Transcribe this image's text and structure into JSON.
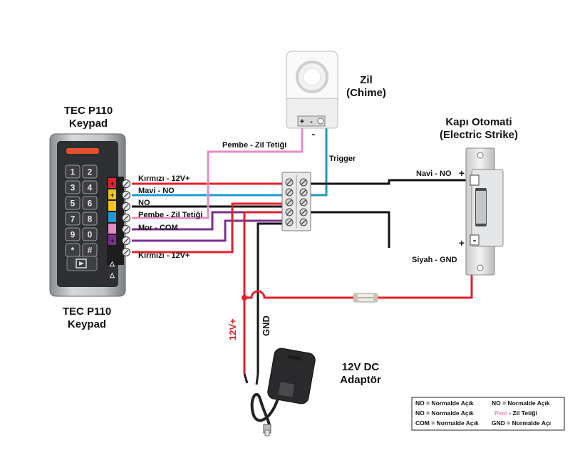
{
  "keypad": {
    "title_top_line1": "TEC P110",
    "title_top_line2": "Keypad",
    "title_bottom_line1": "TEC P110",
    "title_bottom_line2": "Keypad",
    "keys": [
      "1",
      "2",
      "3",
      "4",
      "5",
      "6",
      "7",
      "8",
      "9",
      "0",
      "*",
      "#"
    ],
    "terminal_marks": [
      "+",
      "+",
      "",
      "",
      "",
      "+",
      "-",
      "△",
      "△"
    ],
    "wire_labels": [
      "Kırmızı - 12V+",
      "Mavi - NO",
      "NO",
      "Pembe - Zil Tetiği",
      "Mor - COM",
      "Kırmızı - 12V+"
    ]
  },
  "chime": {
    "title_line1": "Zil",
    "title_line2": "(Chime)",
    "plus": "+",
    "minus": "-",
    "minus_wire_mark": "-",
    "trigger_label": "Trigger",
    "pink_wire_label": "Pembe - Zil Tetiği"
  },
  "strike": {
    "title_line1": "Kapı Otomati",
    "title_line2": "(Electric Strike)",
    "top_label": "Navi - NO",
    "top_sign": "+",
    "bottom_sign": "+",
    "bottom_minus": "-",
    "bottom_label": "Siyah - GND"
  },
  "power": {
    "v12_label": "12V+",
    "gnd_label": "GND",
    "adapter_line1": "12V DC",
    "adapter_line2": "Adaptör"
  },
  "legend": {
    "row1_left": "NO = Normalde Açık",
    "row1_right": "NO = Normalde Açık",
    "row2_left": "NO = Normalde Açık",
    "row2_right_colored": "Pem",
    "row2_right_rest": " - Zil Tetiği",
    "row3_left": "COM = Normalde Açık",
    "row3_right": "GND = Normalde Açı"
  },
  "colors": {
    "red": "#e4202a",
    "blue": "#1e9ad6",
    "pink": "#e58cc5",
    "purple": "#7a2f8f",
    "black": "#111111",
    "teal": "#1f9bb0"
  }
}
